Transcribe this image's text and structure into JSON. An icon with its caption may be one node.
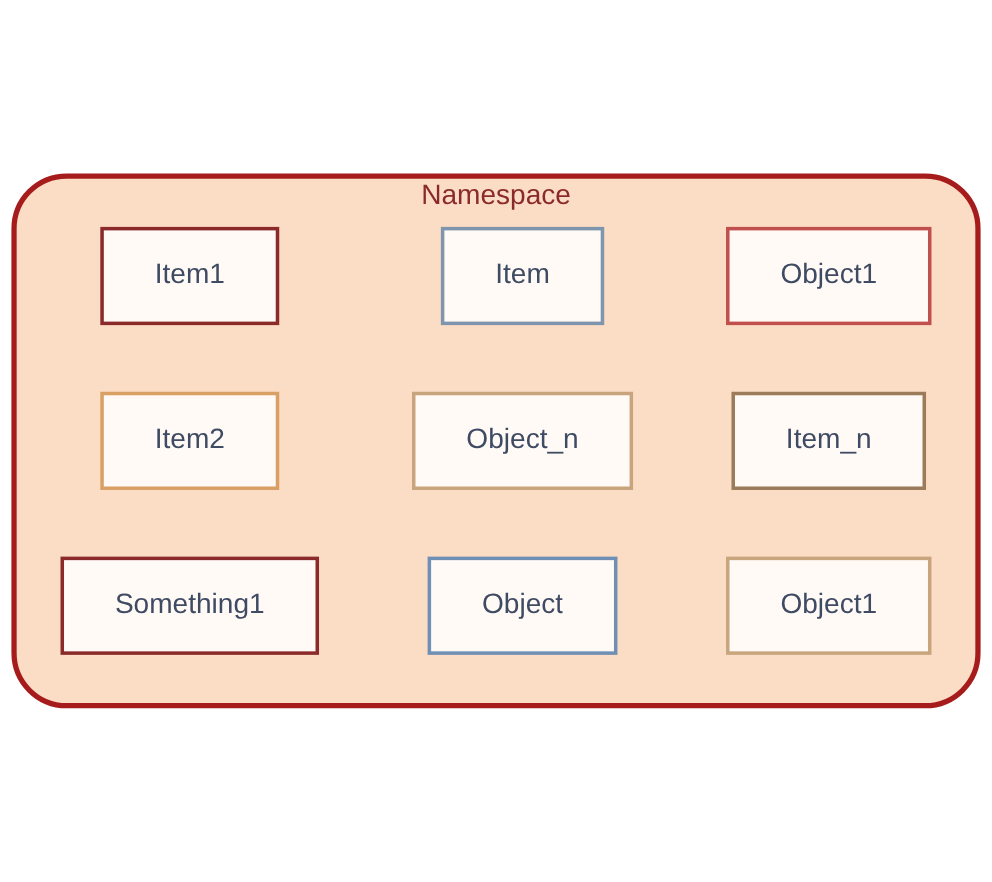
{
  "diagram": {
    "nodes": [
      {
        "text": [
          "Namespace"
        ]
      },
      {
        "text": [
          "Item1"
        ],
        "in": 0
      },
      {
        "text": [
          "Item2"
        ],
        "in": 0
      },
      {
        "text": [
          "Item"
        ],
        "in": 0
      },
      {
        "text": [
          "Something1"
        ],
        "in": 0
      },
      {
        "text": [
          "Object_n"
        ],
        "in": 0
      },
      {
        "text": [
          "Object1"
        ],
        "in": 0
      },
      {
        "text": [
          "Item_n"
        ],
        "in": 0
      },
      {
        "text": [
          "Object"
        ],
        "in": 0
      },
      {
        "text": [
          "Object1"
        ],
        "in": 0
      }
    ]
  }
}
